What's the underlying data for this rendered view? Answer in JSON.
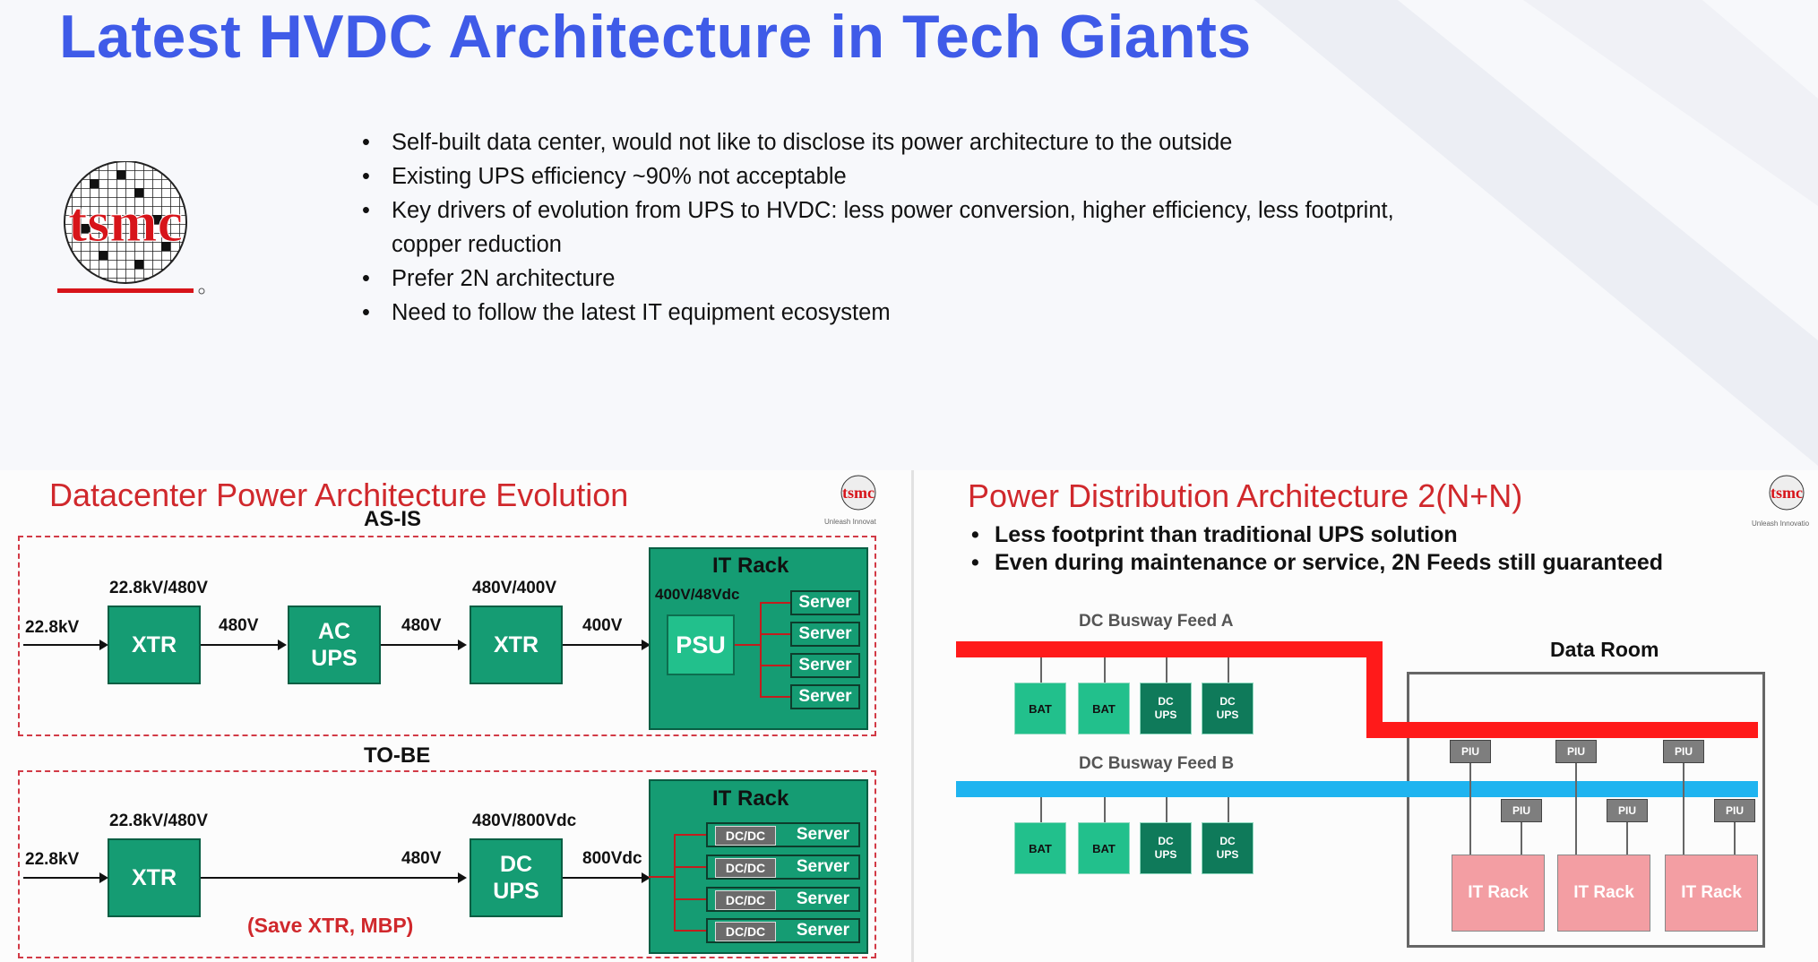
{
  "slide": {
    "title": "Latest HVDC Architecture in Tech Giants",
    "logo_text": "tsmc",
    "bullets": [
      "Self-built data center, would not like to disclose its power architecture to the outside",
      "Existing UPS efficiency ~90% not acceptable",
      "Key drivers of evolution from UPS to HVDC: less power conversion, higher efficiency, less footprint,",
      "copper reduction",
      "Prefer 2N architecture",
      "Need to follow the latest IT equipment ecosystem"
    ]
  },
  "left_panel": {
    "title": "Datacenter Power Architecture Evolution",
    "logo_text": "tsmc",
    "logo_tag": "Unleash Innovat",
    "as_is": {
      "title": "AS-IS",
      "input": "22.8kV",
      "xtr1": {
        "label": "XTR",
        "rating": "22.8kV/480V"
      },
      "link1": "480V",
      "ups": {
        "line1": "AC",
        "line2": "UPS"
      },
      "link2": "480V",
      "xtr2": {
        "label": "XTR",
        "rating": "480V/400V"
      },
      "link3": "400V",
      "rack": {
        "title": "IT Rack",
        "psu_rating": "400V/48Vdc",
        "psu": "PSU",
        "servers": [
          "Server",
          "Server",
          "Server",
          "Server"
        ]
      }
    },
    "to_be": {
      "title": "TO-BE",
      "input": "22.8kV",
      "xtr": {
        "label": "XTR",
        "rating": "22.8kV/480V"
      },
      "link1": "480V",
      "ups": {
        "line1": "DC",
        "line2": "UPS",
        "rating": "480V/800Vdc"
      },
      "link2": "800Vdc",
      "save_note": "(Save XTR, MBP)",
      "rack": {
        "title": "IT Rack",
        "converters": [
          "DC/DC",
          "DC/DC",
          "DC/DC",
          "DC/DC"
        ],
        "servers": [
          "Server",
          "Server",
          "Server",
          "Server"
        ]
      }
    }
  },
  "right_panel": {
    "title": "Power Distribution Architecture 2(N+N)",
    "logo_text": "tsmc",
    "logo_tag": "Unleash Innovatio",
    "bullets": [
      "Less footprint than traditional UPS solution",
      "Even during maintenance or service, 2N Feeds still guaranteed"
    ],
    "feed_a": {
      "label": "DC Busway Feed A",
      "color": "#ff1a1a",
      "units": [
        "BAT",
        "BAT",
        "DC UPS",
        "DC UPS"
      ]
    },
    "feed_b": {
      "label": "DC Busway Feed B",
      "color": "#1fb4f0",
      "units": [
        "BAT",
        "BAT",
        "DC UPS",
        "DC UPS"
      ]
    },
    "data_room": {
      "label": "Data Room",
      "piu_a": [
        "PIU",
        "PIU",
        "PIU"
      ],
      "piu_b": [
        "PIU",
        "PIU",
        "PIU"
      ],
      "racks": [
        "IT Rack",
        "IT Rack",
        "IT Rack"
      ]
    }
  },
  "colors": {
    "title": "#3f5be8",
    "panel_title": "#d0282c",
    "box_green": "#159c73",
    "psu_green": "#22c08c",
    "dcdc_gray": "#6b6b6b",
    "rack_pink": "#f39ea3"
  }
}
